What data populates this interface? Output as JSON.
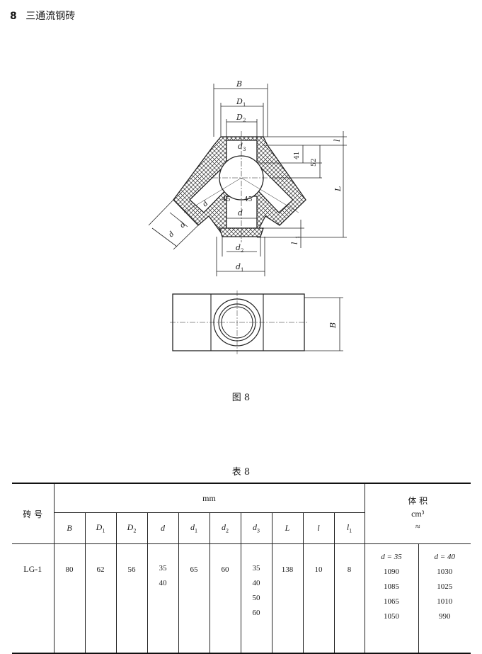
{
  "header": {
    "number": "8",
    "title": "三通流钢砖"
  },
  "figure": {
    "caption": "图 8",
    "dims": {
      "B": "B",
      "D1": "D",
      "D2": "D",
      "d3": "d",
      "d": "d",
      "d2": "d",
      "d1": "d",
      "L": "L",
      "l": "l",
      "l1": "l",
      "v41": "41",
      "v52": "52",
      "a45l": "45",
      "a45r": "45"
    }
  },
  "table": {
    "caption": "表 8",
    "col_brick": "砖  号",
    "unit_mm": "mm",
    "vol_label": "体        积",
    "vol_unit": "cm³",
    "vol_approx": "≈",
    "headers": [
      "B",
      "D1",
      "D2",
      "d",
      "d1",
      "d2",
      "d3",
      "L",
      "l",
      "l1"
    ],
    "row": {
      "id": "LG-1",
      "B": "80",
      "D1": "62",
      "D2": "56",
      "d": [
        "35",
        "40"
      ],
      "d1": "65",
      "d2": "60",
      "d3": [
        "35",
        "40",
        "50",
        "60"
      ],
      "L": "138",
      "l": "10",
      "l1": "8",
      "vol_a_head": "d = 35",
      "vol_b_head": "d = 40",
      "vol_a": [
        "1090",
        "1085",
        "1065",
        "1050"
      ],
      "vol_b": [
        "1030",
        "1025",
        "1010",
        "990"
      ]
    }
  }
}
